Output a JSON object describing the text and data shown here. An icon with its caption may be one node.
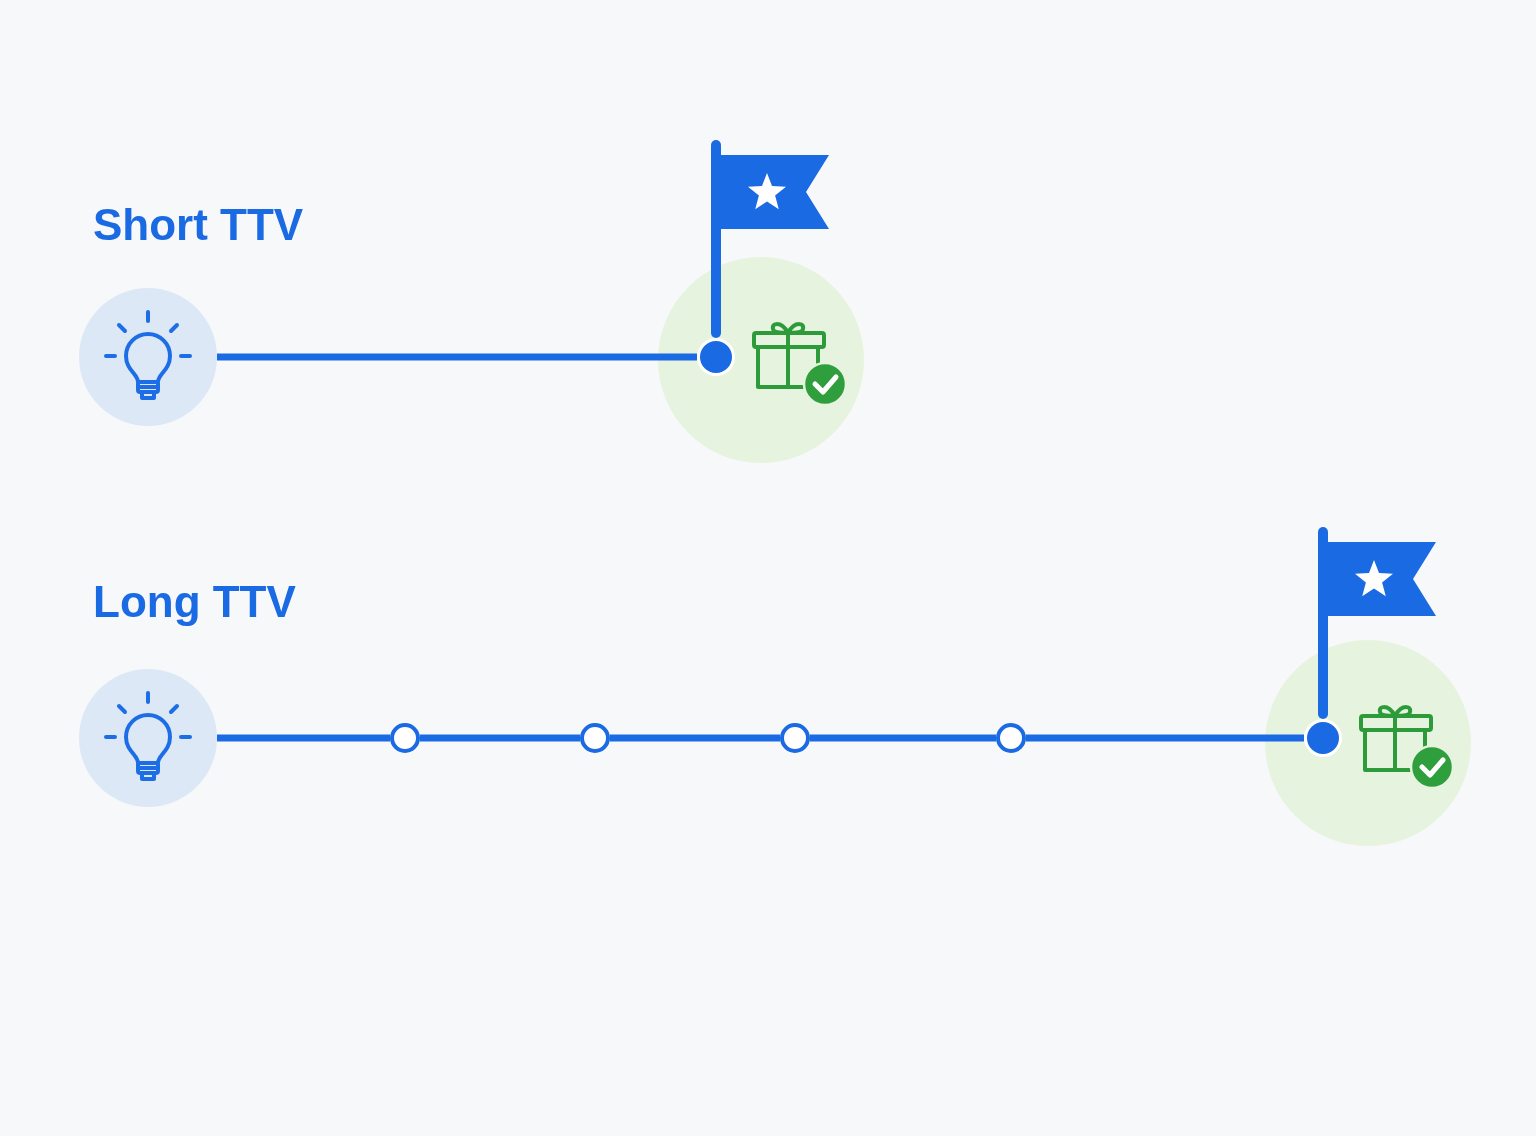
{
  "diagram": {
    "nodes": [
      {
        "text": [],
        "shape": "circle"
      },
      {
        "text": [],
        "shape": "circle"
      },
      {
        "text": [],
        "shape": "circle",
        "in": 1
      },
      {
        "text": [],
        "shape": "circle"
      },
      {
        "text": [],
        "shape": "circle"
      },
      {
        "text": [],
        "shape": "circle"
      },
      {
        "text": [],
        "shape": "circle"
      },
      {
        "text": [],
        "shape": "circle"
      },
      {
        "text": [],
        "shape": "circle"
      },
      {
        "text": [],
        "shape": "circle",
        "in": 8
      }
    ],
    "edges": [
      {
        "from": 0,
        "to": 2,
        "arrow": "none"
      },
      {
        "from": 3,
        "to": 4,
        "arrow": "none"
      },
      {
        "from": 4,
        "to": 5,
        "arrow": "none"
      },
      {
        "from": 5,
        "to": 6,
        "arrow": "none"
      },
      {
        "from": 6,
        "to": 7,
        "arrow": "none"
      },
      {
        "from": 7,
        "to": 9,
        "arrow": "none"
      }
    ],
    "labels": [
      "Short TTV",
      "Long TTV"
    ]
  }
}
